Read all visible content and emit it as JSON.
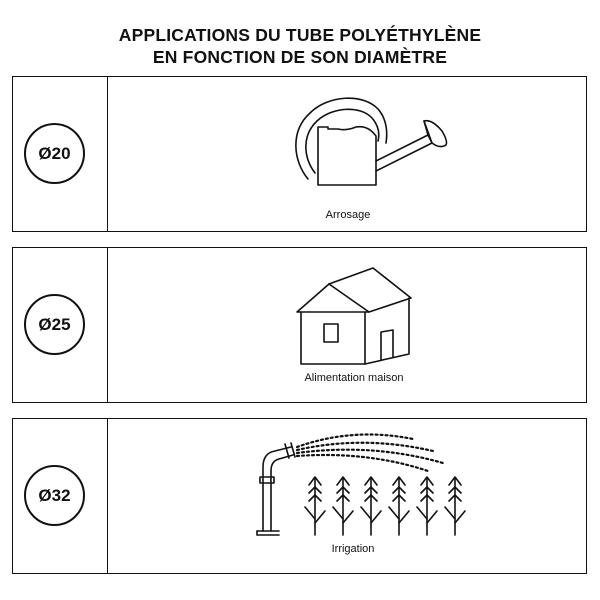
{
  "title": {
    "line1": "APPLICATIONS DU TUBE POLYÉTHYLÈNE",
    "line2": "EN FONCTION DE SON DIAMÈTRE"
  },
  "rows": [
    {
      "diameter": "Ø20",
      "caption": "Arrosage",
      "icon": "watering-can-icon"
    },
    {
      "diameter": "Ø25",
      "caption": "Alimentation maison",
      "icon": "house-icon"
    },
    {
      "diameter": "Ø32",
      "caption": "Irrigation",
      "icon": "irrigation-icon"
    }
  ]
}
